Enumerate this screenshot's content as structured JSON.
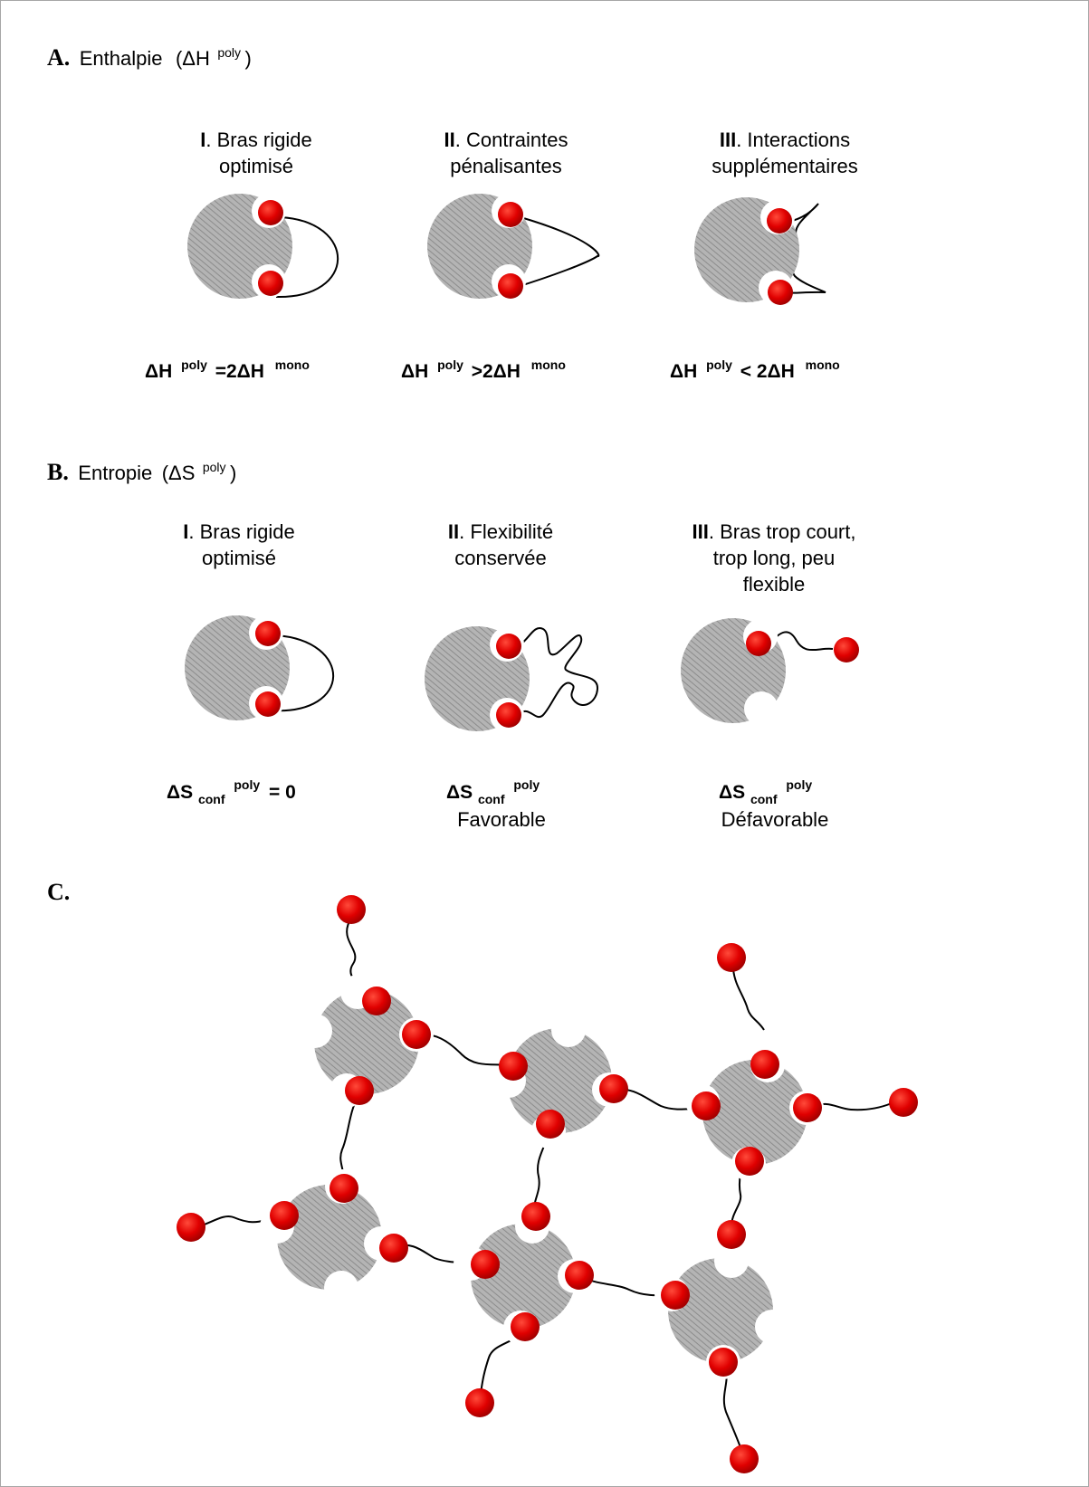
{
  "sections": {
    "A": {
      "letter": "A.",
      "name": "Enthalpie",
      "symbol_open": "(ΔH",
      "symbol_sup": "poly",
      "symbol_close": ")"
    },
    "B": {
      "letter": "B.",
      "name": "Entropie",
      "symbol_open": "(ΔS",
      "symbol_sup": "poly",
      "symbol_close": ")"
    },
    "C": {
      "letter": "C."
    }
  },
  "enthalpy": {
    "panels": [
      {
        "num": "I",
        "line1": ". Bras rigide",
        "line2": "optimisé"
      },
      {
        "num": "II",
        "line1": ". Contraintes",
        "line2": "pénalisantes"
      },
      {
        "num": "III",
        "line1": ". Interactions",
        "line2": "supplémentaires"
      }
    ],
    "formulas": [
      {
        "lhs": "ΔH",
        "sup1": "poly",
        "rel": "=2ΔH",
        "sup2": "mono"
      },
      {
        "lhs": "ΔH",
        "sup1": "poly",
        "rel": ">2ΔH",
        "sup2": "mono"
      },
      {
        "lhs": "ΔH",
        "sup1": "poly",
        "rel": "< 2ΔH",
        "sup2": "mono"
      }
    ]
  },
  "entropy": {
    "panels": [
      {
        "num": "I",
        "line1": ". Bras rigide",
        "line2": "optimisé",
        "line3": ""
      },
      {
        "num": "II",
        "line1": ". Flexibilité",
        "line2": "conservée",
        "line3": ""
      },
      {
        "num": "III",
        "line1": ". Bras trop court,",
        "line2": "trop long, peu",
        "line3": "flexible"
      }
    ],
    "formulas": [
      {
        "main": "ΔS",
        "sub": "conf",
        "sup": "poly",
        "tail": "= 0",
        "verdict": ""
      },
      {
        "main": "ΔS",
        "sub": "conf",
        "sup": "poly",
        "tail": "",
        "verdict": "Favorable"
      },
      {
        "main": "ΔS",
        "sub": "conf",
        "sup": "poly",
        "tail": "",
        "verdict": "Défavorable"
      }
    ]
  },
  "colors": {
    "receptor_fill": "#b4b4b4",
    "receptor_stripe": "#8c8c8c",
    "ligand_light": "#ff4a3a",
    "ligand_dark": "#c00000",
    "frame": "#a6a6a6"
  }
}
